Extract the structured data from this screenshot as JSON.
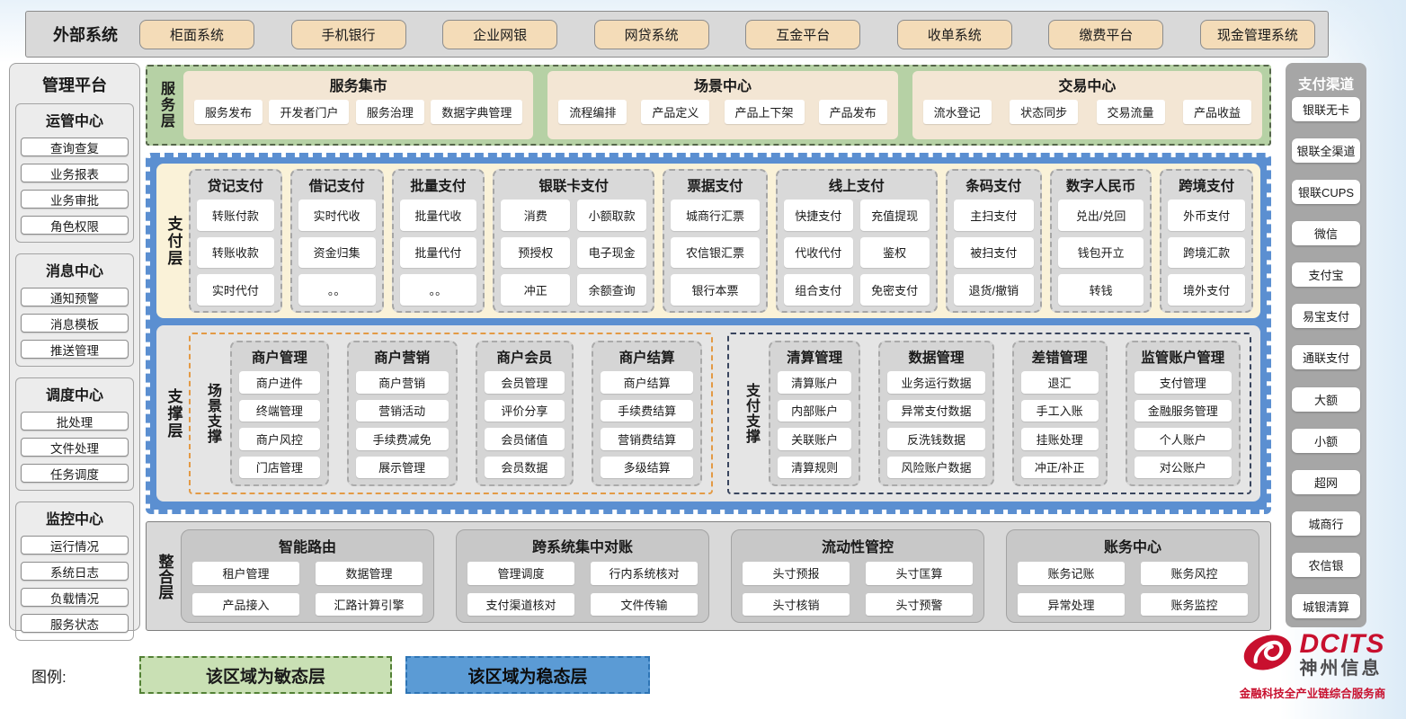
{
  "colors": {
    "agile_green": "#c9e0b4",
    "stable_blue": "#5b9bd5",
    "service_green": "#b6d1a5",
    "panel_cream": "#f3e6d4",
    "band_cream": "#faf2d8",
    "group_gray": "#d9d9d9",
    "scene_accent_orange": "#e39a45",
    "payment_accent_navy": "#39455e",
    "brand_red": "#c8102e"
  },
  "external_systems": {
    "label": "外部系统",
    "items": [
      "柜面系统",
      "手机银行",
      "企业网银",
      "网贷系统",
      "互金平台",
      "收单系统",
      "缴费平台",
      "现金管理系统"
    ]
  },
  "management_platform": {
    "title": "管理平台",
    "groups": [
      {
        "title": "运管中心",
        "items": [
          "查询查复",
          "业务报表",
          "业务审批",
          "角色权限"
        ]
      },
      {
        "title": "消息中心",
        "items": [
          "通知预警",
          "消息模板",
          "推送管理"
        ]
      },
      {
        "title": "调度中心",
        "items": [
          "批处理",
          "文件处理",
          "任务调度"
        ]
      },
      {
        "title": "监控中心",
        "items": [
          "运行情况",
          "系统日志",
          "负载情况",
          "服务状态"
        ]
      }
    ]
  },
  "service_layer": {
    "label": "服务层",
    "panels": [
      {
        "title": "服务集市",
        "items": [
          "服务发布",
          "开发者门户",
          "服务治理",
          "数据字典管理"
        ]
      },
      {
        "title": "场景中心",
        "items": [
          "流程编排",
          "产品定义",
          "产品上下架",
          "产品发布"
        ]
      },
      {
        "title": "交易中心",
        "items": [
          "流水登记",
          "状态同步",
          "交易流量",
          "产品收益"
        ]
      }
    ]
  },
  "payment_layer": {
    "label": "支付层",
    "columns": [
      {
        "title": "贷记支付",
        "cols": "1",
        "items": [
          "转账付款",
          "转账收款",
          "实时代付"
        ]
      },
      {
        "title": "借记支付",
        "cols": "1",
        "items": [
          "实时代收",
          "资金归集",
          "。。"
        ]
      },
      {
        "title": "批量支付",
        "cols": "1",
        "items": [
          "批量代收",
          "批量代付",
          "。。"
        ]
      },
      {
        "title": "银联卡支付",
        "cols": "2",
        "items": [
          "消费",
          "小额取款",
          "预授权",
          "电子现金",
          "冲正",
          "余额查询"
        ]
      },
      {
        "title": "票据支付",
        "cols": "1",
        "items": [
          "城商行汇票",
          "农信银汇票",
          "银行本票"
        ]
      },
      {
        "title": "线上支付",
        "cols": "2",
        "items": [
          "快捷支付",
          "充值提现",
          "代收代付",
          "鉴权",
          "组合支付",
          "免密支付"
        ]
      },
      {
        "title": "条码支付",
        "cols": "1",
        "items": [
          "主扫支付",
          "被扫支付",
          "退货/撤销"
        ]
      },
      {
        "title": "数字人民币",
        "cols": "1",
        "items": [
          "兑出/兑回",
          "钱包开立",
          "转钱"
        ]
      },
      {
        "title": "跨境支付",
        "cols": "1",
        "items": [
          "外币支付",
          "跨境汇款",
          "境外支付"
        ]
      }
    ]
  },
  "support_layer": {
    "label": "支撑层",
    "sections": [
      {
        "label": "场景支撑",
        "accent": "orange",
        "columns": [
          {
            "title": "商户管理",
            "items": [
              "商户进件",
              "终端管理",
              "商户风控",
              "门店管理"
            ]
          },
          {
            "title": "商户营销",
            "items": [
              "商户营销",
              "营销活动",
              "手续费减免",
              "展示管理"
            ]
          },
          {
            "title": "商户会员",
            "items": [
              "会员管理",
              "评价分享",
              "会员储值",
              "会员数据"
            ]
          },
          {
            "title": "商户结算",
            "items": [
              "商户结算",
              "手续费结算",
              "营销费结算",
              "多级结算"
            ]
          }
        ]
      },
      {
        "label": "支付支撑",
        "accent": "navy",
        "columns": [
          {
            "title": "清算管理",
            "items": [
              "清算账户",
              "内部账户",
              "关联账户",
              "清算规则"
            ]
          },
          {
            "title": "数据管理",
            "items": [
              "业务运行数据",
              "异常支付数据",
              "反洗钱数据",
              "风险账户数据"
            ]
          },
          {
            "title": "差错管理",
            "items": [
              "退汇",
              "手工入账",
              "挂账处理",
              "冲正/补正"
            ]
          },
          {
            "title": "监管账户管理",
            "items": [
              "支付管理",
              "金融服务管理",
              "个人账户",
              "对公账户"
            ]
          }
        ]
      }
    ]
  },
  "integration_layer": {
    "label": "整合层",
    "groups": [
      {
        "title": "智能路由",
        "items": [
          "租户管理",
          "数据管理",
          "产品接入",
          "汇路计算引擎"
        ]
      },
      {
        "title": "跨系统集中对账",
        "items": [
          "管理调度",
          "行内系统核对",
          "支付渠道核对",
          "文件传输"
        ]
      },
      {
        "title": "流动性管控",
        "items": [
          "头寸预报",
          "头寸匡算",
          "头寸核销",
          "头寸预警"
        ]
      },
      {
        "title": "账务中心",
        "items": [
          "账务记账",
          "账务风控",
          "异常处理",
          "账务监控"
        ]
      }
    ]
  },
  "payment_channels": {
    "title": "支付渠道",
    "items": [
      "银联无卡",
      "银联全渠道",
      "银联CUPS",
      "微信",
      "支付宝",
      "易宝支付",
      "通联支付",
      "大额",
      "小额",
      "超网",
      "城商行",
      "农信银",
      "城银清算"
    ]
  },
  "legend": {
    "label": "图例:",
    "agile_label": "该区域为敏态层",
    "stable_label": "该区域为稳态层"
  },
  "logo": {
    "brand": "DCITS",
    "company": "神州信息",
    "tagline": "金融科技全产业链综合服务商"
  }
}
